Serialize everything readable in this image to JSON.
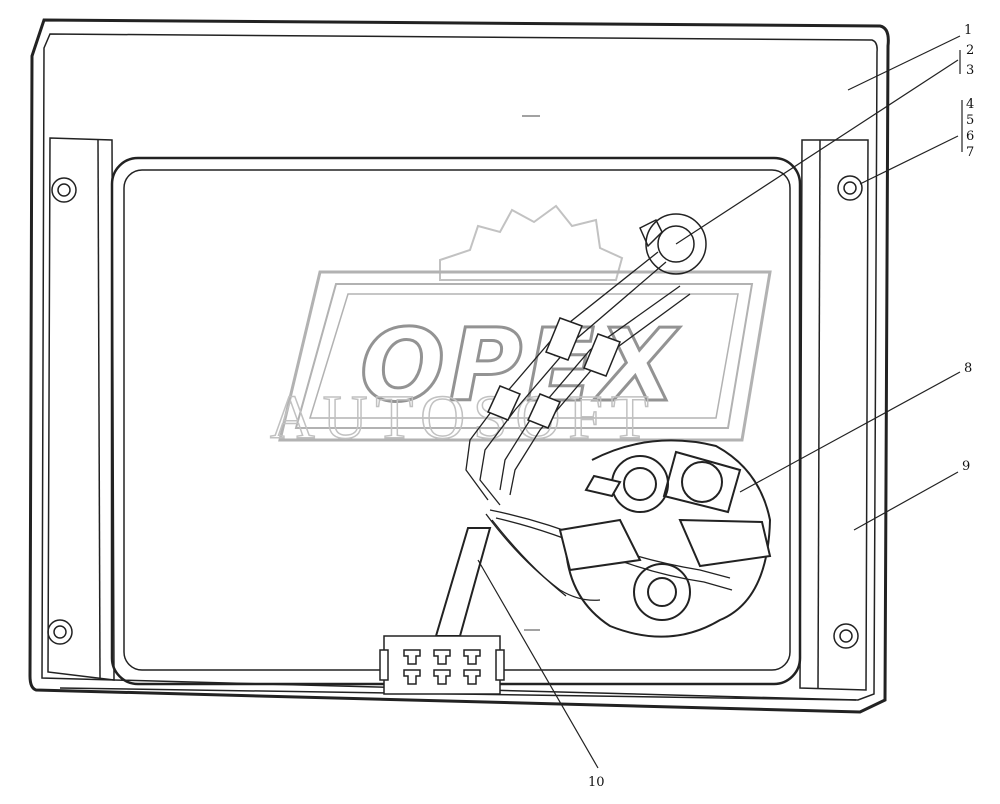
{
  "watermark": {
    "brand": "OPEX",
    "sub": "AUTOSOFT"
  },
  "callouts": [
    {
      "id": "1",
      "label": "1"
    },
    {
      "id": "2",
      "label": "2"
    },
    {
      "id": "3",
      "label": "3"
    },
    {
      "id": "4",
      "label": "4"
    },
    {
      "id": "5",
      "label": "5"
    },
    {
      "id": "6",
      "label": "6"
    },
    {
      "id": "7",
      "label": "7"
    },
    {
      "id": "8",
      "label": "8"
    },
    {
      "id": "9",
      "label": "9"
    },
    {
      "id": "10",
      "label": "10"
    }
  ]
}
